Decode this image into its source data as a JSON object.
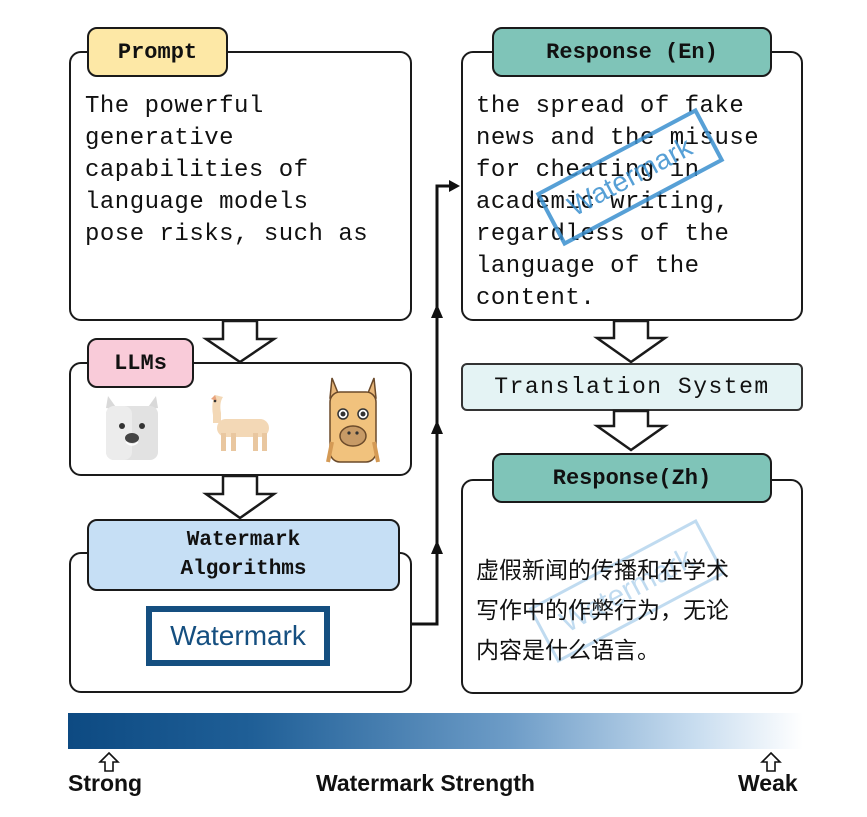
{
  "prompt": {
    "tag": "Prompt",
    "text": "The powerful\ngenerative\ncapabilities of\nlanguage models\npose risks, such as"
  },
  "llms": {
    "tag": "LLMs"
  },
  "watermark_algorithms": {
    "tag": "Watermark\nAlgorithms",
    "logo": "Watermark"
  },
  "response_en": {
    "tag": "Response (En)",
    "text": "the spread of fake\nnews and the misuse\nfor cheating in\nacademic writing,\nregardless of the\nlanguage of the\ncontent.",
    "stamp": "Watermark"
  },
  "translation": {
    "label": "Translation System"
  },
  "response_zh": {
    "tag": "Response(Zh)",
    "text": "虚假新闻的传播和在学术\n写作中的作弊行为，无论\n内容是什么语言。",
    "stamp": "Watermark"
  },
  "strength_bar": {
    "title": "Watermark Strength",
    "left_label": "Strong",
    "right_label": "Weak",
    "color_strong": "#0d4a82",
    "color_weak": "#ffffff"
  },
  "colors": {
    "prompt_tag": "#fde8a6",
    "llms_tag": "#f9cbd9",
    "algo_tag": "#c6dff5",
    "response_tag": "#7fc4b8",
    "translation_bg": "#e4f3f4",
    "watermark_blue": "#154f80",
    "stamp_blue": "#3a8fcf"
  }
}
